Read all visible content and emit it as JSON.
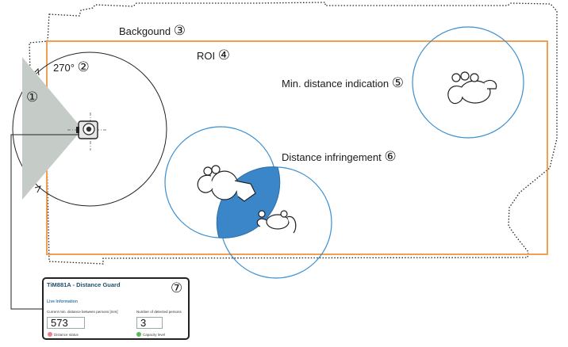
{
  "labels": {
    "background": "Backgound",
    "background_num": "③",
    "roi": "ROI",
    "roi_num": "④",
    "angle": "270°",
    "angle_num": "②",
    "sensor_num": "①",
    "min_distance": "Min. distance indication",
    "min_distance_num": "⑤",
    "infringement": "Distance infringement",
    "infringement_num": "⑥"
  },
  "panel": {
    "title": "TiM881A - Distance Guard",
    "number": "⑦",
    "section": "Live Information",
    "distance_caption": "Current min. distance between persons [mm]",
    "distance_value": "573",
    "count_caption": "Number of detected persons",
    "count_value": "3",
    "distance_status": "Distance status",
    "capacity_level": "Capacity level"
  },
  "colors": {
    "roi": "#f0a050",
    "circle": "#3a8fd0",
    "overlap": "#3a86c8",
    "sensor_wedge": "#c5ccc8",
    "distance_status": "#e8838d",
    "capacity_level": "#5bb85b"
  },
  "icons": [
    "sensor-icon",
    "person-icon"
  ]
}
